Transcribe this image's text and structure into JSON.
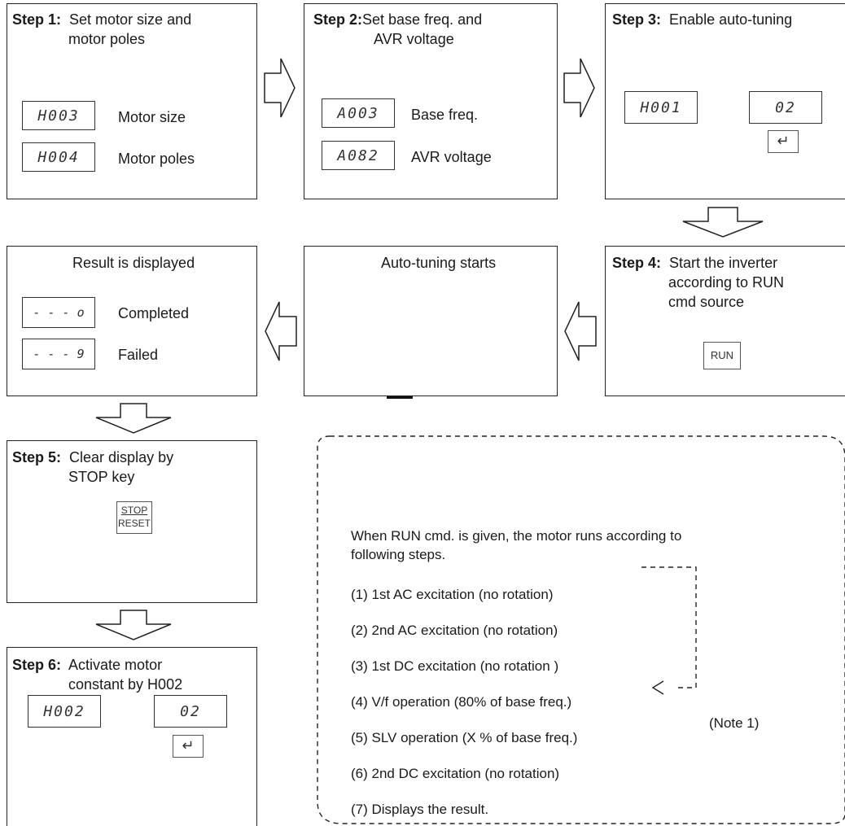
{
  "step1": {
    "step": "Step 1:",
    "line1": "Set motor size and",
    "line2": "motor poles",
    "rows": [
      {
        "code": "H003",
        "label": "Motor size"
      },
      {
        "code": "H004",
        "label": "Motor poles"
      }
    ]
  },
  "step2": {
    "step": "Step 2:",
    "line1": "Set base freq. and",
    "line2": "AVR voltage",
    "rows": [
      {
        "code": "A003",
        "label": "Base freq."
      },
      {
        "code": "A082",
        "label": "AVR voltage"
      }
    ]
  },
  "step3": {
    "step": "Step 3:",
    "line1": "Enable auto-tuning",
    "from": "H001",
    "to": "02"
  },
  "step4": {
    "step": "Step 4:",
    "line1": "Start the inverter",
    "line2": "according to RUN",
    "line3": "cmd source",
    "key": "RUN"
  },
  "autotune": {
    "title": "Auto-tuning starts"
  },
  "result": {
    "title": "Result is displayed",
    "rows": [
      {
        "code": "- - - o",
        "label": "Completed"
      },
      {
        "code": "- - - 9",
        "label": "Failed"
      }
    ]
  },
  "step5": {
    "step": "Step 5:",
    "line1": "Clear display by",
    "line2": "STOP key",
    "key_top": "STOP",
    "key_bottom": "RESET"
  },
  "step6": {
    "step": "Step 6:",
    "line1": "Activate motor",
    "line2": "constant by H002",
    "from": "H002",
    "to": "02"
  },
  "note_box": {
    "intro1": "When RUN cmd. is given, the motor runs according to",
    "intro2": "following steps.",
    "items": [
      "(1) 1st AC excitation (no rotation)",
      "(2) 2nd AC excitation (no rotation)",
      "(3) 1st DC excitation (no rotation )",
      "(4) V/f operation (80% of base freq.)",
      "(5) SLV operation (X % of base freq.)",
      "(6) 2nd DC excitation (no rotation)",
      "(7) Displays the result."
    ],
    "note_ref": "(Note 1)"
  }
}
